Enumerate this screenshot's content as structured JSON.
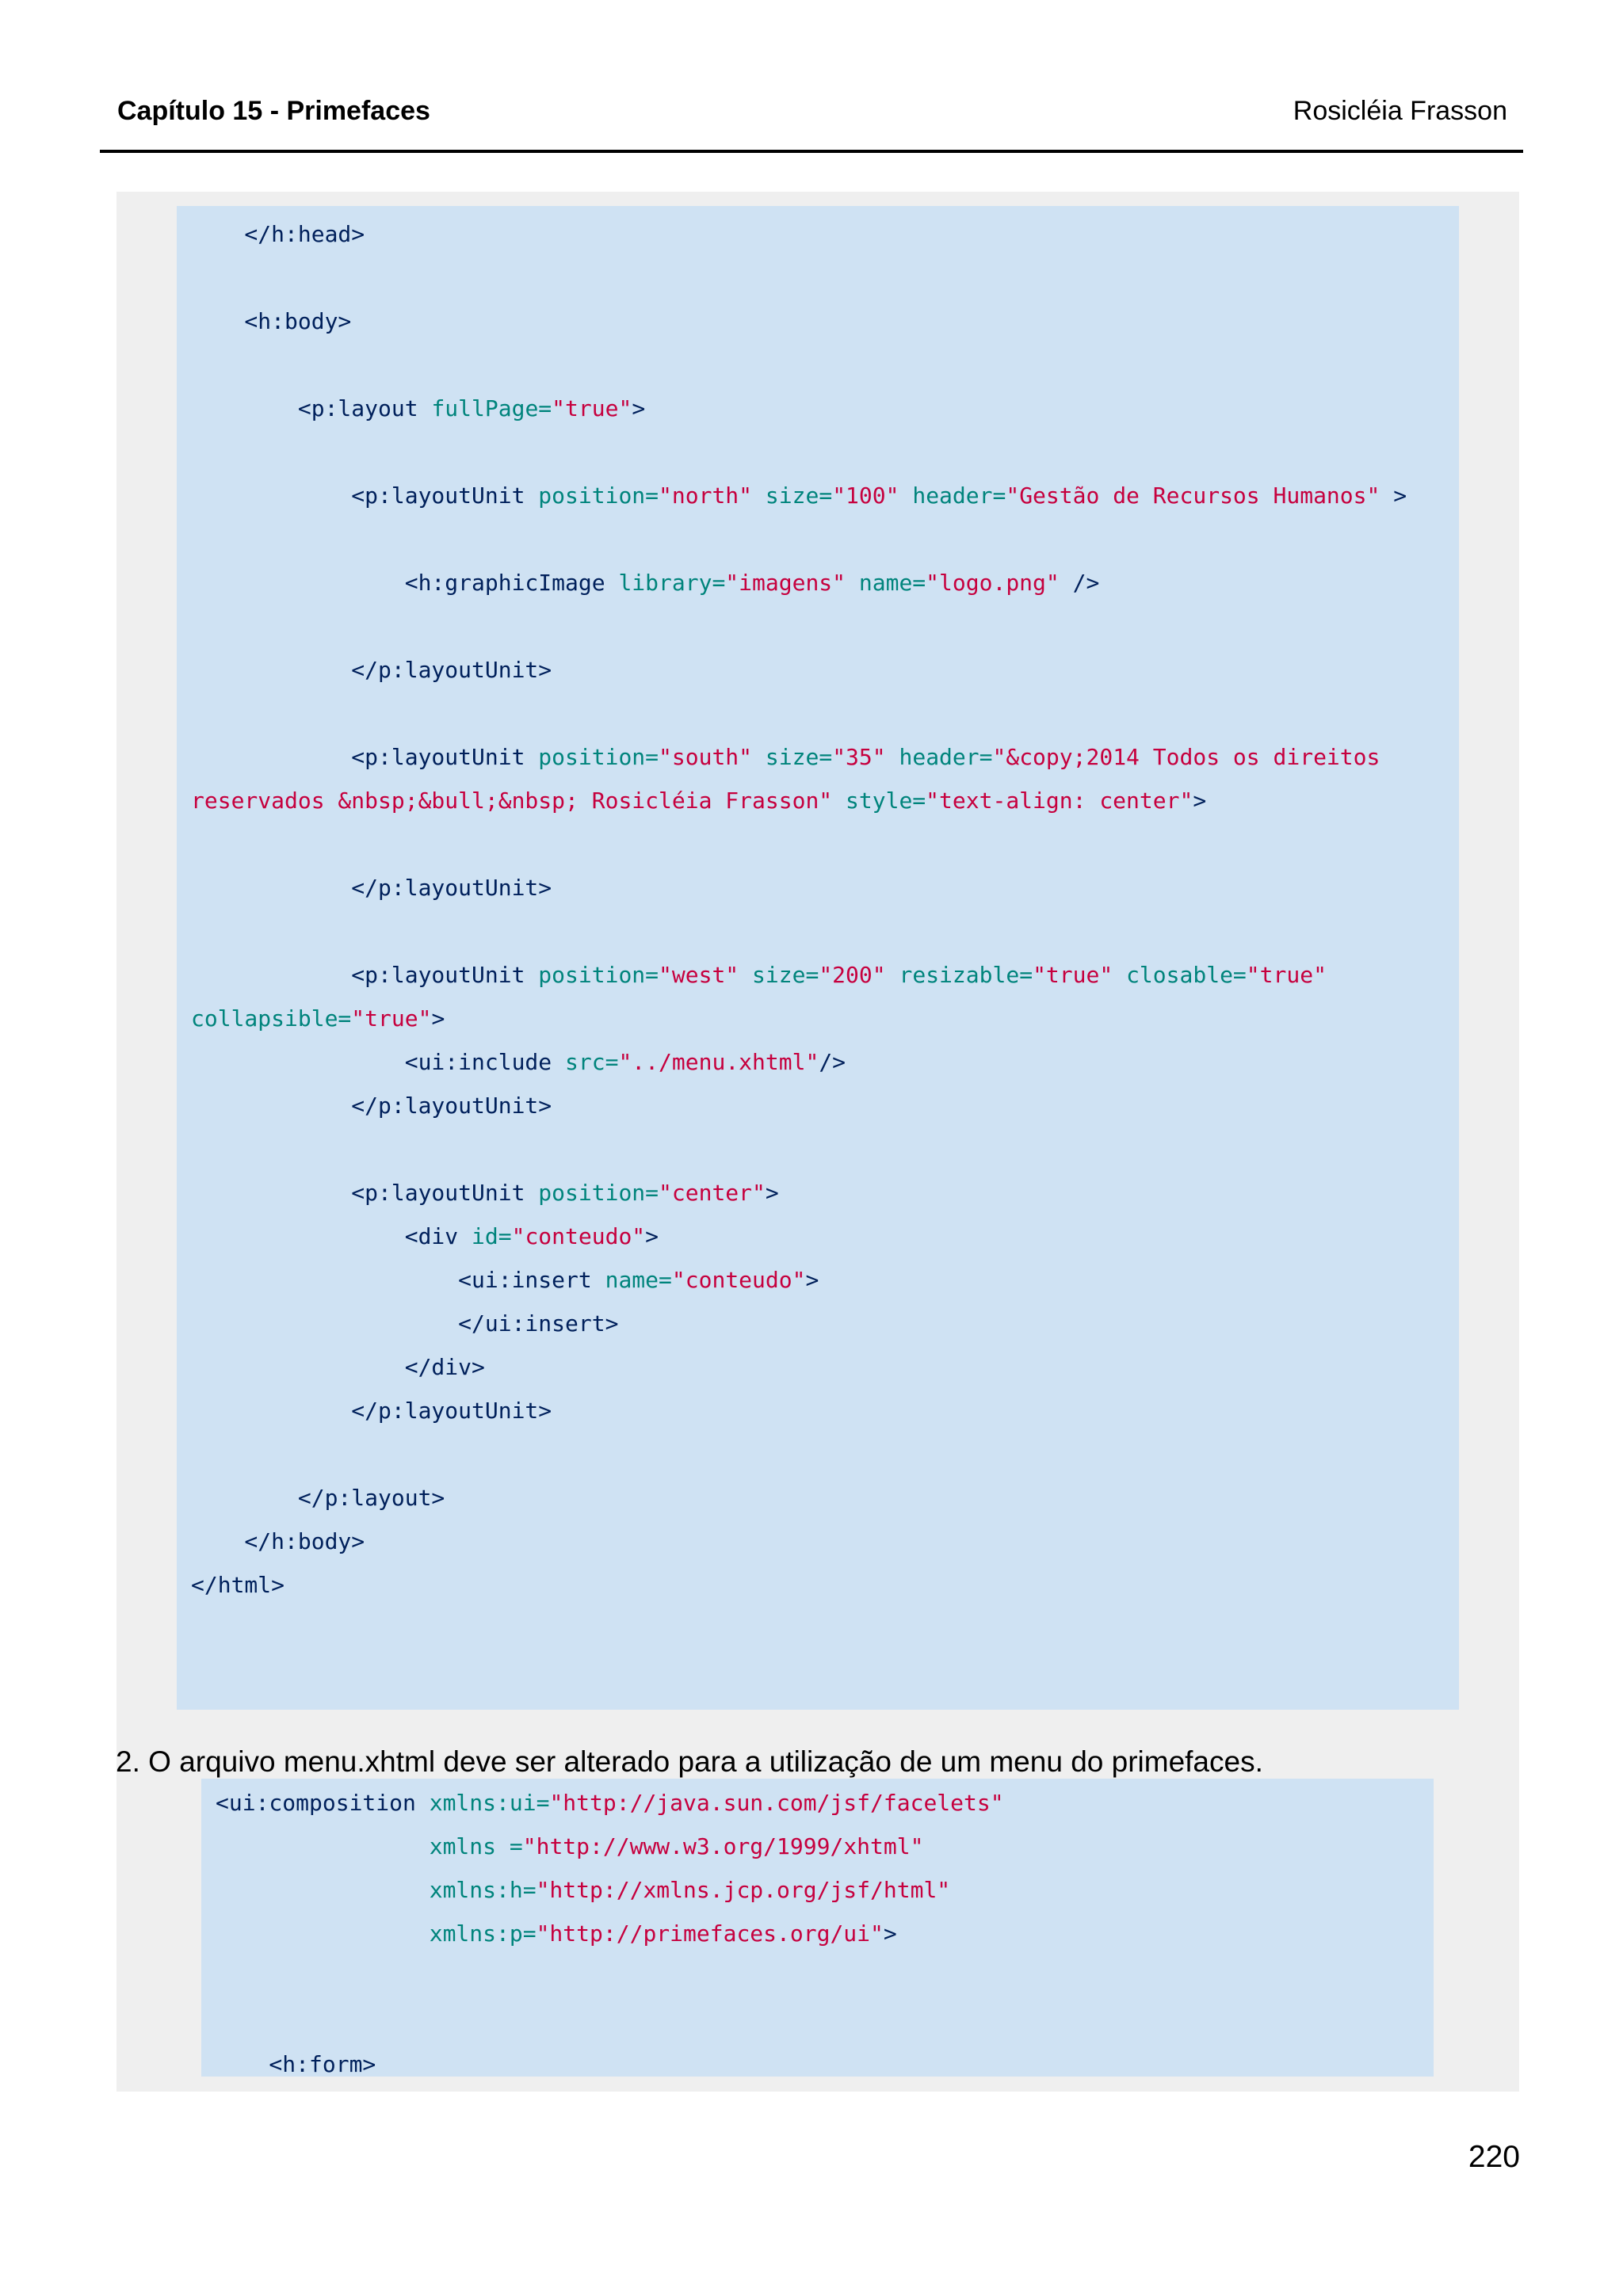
{
  "header": {
    "chapter": "Capítulo 15 - Primefaces",
    "author": "Rosicléia Frasson"
  },
  "code_block_1": {
    "lines": [
      [
        {
          "t": "tag",
          "s": "    </h:head>"
        }
      ],
      [],
      [
        {
          "t": "tag",
          "s": "    <h:body>"
        }
      ],
      [],
      [
        {
          "t": "tag",
          "s": "        <p:layout "
        },
        {
          "t": "attr",
          "s": "fullPage="
        },
        {
          "t": "val",
          "s": "\"true\""
        },
        {
          "t": "tag",
          "s": ">"
        }
      ],
      [],
      [
        {
          "t": "tag",
          "s": "            <p:layoutUnit "
        },
        {
          "t": "attr",
          "s": "position="
        },
        {
          "t": "val",
          "s": "\"north\""
        },
        {
          "t": "attr",
          "s": " size="
        },
        {
          "t": "val",
          "s": "\"100\""
        },
        {
          "t": "attr",
          "s": " header="
        },
        {
          "t": "val",
          "s": "\"Gestão de Recursos Humanos\""
        },
        {
          "t": "tag",
          "s": " >"
        }
      ],
      [],
      [
        {
          "t": "tag",
          "s": "                <h:graphicImage "
        },
        {
          "t": "attr",
          "s": "library="
        },
        {
          "t": "val",
          "s": "\"imagens\""
        },
        {
          "t": "attr",
          "s": " name="
        },
        {
          "t": "val",
          "s": "\"logo.png\""
        },
        {
          "t": "tag",
          "s": " />"
        }
      ],
      [],
      [
        {
          "t": "tag",
          "s": "            </p:layoutUnit>"
        }
      ],
      [],
      [
        {
          "t": "tag",
          "s": "            <p:layoutUnit "
        },
        {
          "t": "attr",
          "s": "position="
        },
        {
          "t": "val",
          "s": "\"south\""
        },
        {
          "t": "attr",
          "s": " size="
        },
        {
          "t": "val",
          "s": "\"35\""
        },
        {
          "t": "attr",
          "s": " header="
        },
        {
          "t": "val",
          "s": "\"&copy;2014 Todos os direitos"
        }
      ],
      [
        {
          "t": "val",
          "s": "reservados &nbsp;&bull;&nbsp; Rosicléia Frasson\""
        },
        {
          "t": "attr",
          "s": " style="
        },
        {
          "t": "val",
          "s": "\"text-align: center\""
        },
        {
          "t": "tag",
          "s": ">"
        }
      ],
      [],
      [
        {
          "t": "tag",
          "s": "            </p:layoutUnit>"
        }
      ],
      [],
      [
        {
          "t": "tag",
          "s": "            <p:layoutUnit "
        },
        {
          "t": "attr",
          "s": "position="
        },
        {
          "t": "val",
          "s": "\"west\""
        },
        {
          "t": "attr",
          "s": " size="
        },
        {
          "t": "val",
          "s": "\"200\""
        },
        {
          "t": "attr",
          "s": " resizable="
        },
        {
          "t": "val",
          "s": "\"true\""
        },
        {
          "t": "attr",
          "s": " closable="
        },
        {
          "t": "val",
          "s": "\"true\""
        }
      ],
      [
        {
          "t": "attr",
          "s": "collapsible="
        },
        {
          "t": "val",
          "s": "\"true\""
        },
        {
          "t": "tag",
          "s": ">"
        }
      ],
      [
        {
          "t": "tag",
          "s": "                <ui:include "
        },
        {
          "t": "attr",
          "s": "src="
        },
        {
          "t": "val",
          "s": "\"../menu.xhtml\""
        },
        {
          "t": "tag",
          "s": "/>"
        }
      ],
      [
        {
          "t": "tag",
          "s": "            </p:layoutUnit>"
        }
      ],
      [],
      [
        {
          "t": "tag",
          "s": "            <p:layoutUnit "
        },
        {
          "t": "attr",
          "s": "position="
        },
        {
          "t": "val",
          "s": "\"center\""
        },
        {
          "t": "tag",
          "s": ">"
        }
      ],
      [
        {
          "t": "tag",
          "s": "                <div "
        },
        {
          "t": "attr",
          "s": "id="
        },
        {
          "t": "val",
          "s": "\"conteudo\""
        },
        {
          "t": "tag",
          "s": ">"
        }
      ],
      [
        {
          "t": "tag",
          "s": "                    <ui:insert "
        },
        {
          "t": "attr",
          "s": "name="
        },
        {
          "t": "val",
          "s": "\"conteudo\""
        },
        {
          "t": "tag",
          "s": ">"
        }
      ],
      [
        {
          "t": "tag",
          "s": "                    </ui:insert>"
        }
      ],
      [
        {
          "t": "tag",
          "s": "                </div>"
        }
      ],
      [
        {
          "t": "tag",
          "s": "            </p:layoutUnit>"
        }
      ],
      [],
      [
        {
          "t": "tag",
          "s": "        </p:layout>"
        }
      ],
      [
        {
          "t": "tag",
          "s": "    </h:body>"
        }
      ],
      [
        {
          "t": "tag",
          "s": "</html>"
        }
      ]
    ]
  },
  "paragraph": "2. O arquivo menu.xhtml deve ser alterado para a utilização de um menu do primefaces.",
  "code_block_2": {
    "lines": [
      [
        {
          "t": "tag",
          "s": "<ui:composition "
        },
        {
          "t": "attr",
          "s": "xmlns:ui="
        },
        {
          "t": "val",
          "s": "\"http://java.sun.com/jsf/facelets\""
        }
      ],
      [
        {
          "t": "attr",
          "s": "                xmlns ="
        },
        {
          "t": "val",
          "s": "\"http://www.w3.org/1999/xhtml\""
        }
      ],
      [
        {
          "t": "attr",
          "s": "                xmlns:h="
        },
        {
          "t": "val",
          "s": "\"http://xmlns.jcp.org/jsf/html\""
        }
      ],
      [
        {
          "t": "attr",
          "s": "                xmlns:p="
        },
        {
          "t": "val",
          "s": "\"http://primefaces.org/ui\""
        },
        {
          "t": "tag",
          "s": ">"
        }
      ],
      [],
      [],
      [
        {
          "t": "tag",
          "s": "    <h:form>"
        }
      ]
    ]
  },
  "page_number": "220",
  "colors": {
    "code_background": "#cfe2f3",
    "panel_background": "#efefef",
    "tag": "#00205b",
    "attribute": "#00847c",
    "value": "#c6003e"
  }
}
